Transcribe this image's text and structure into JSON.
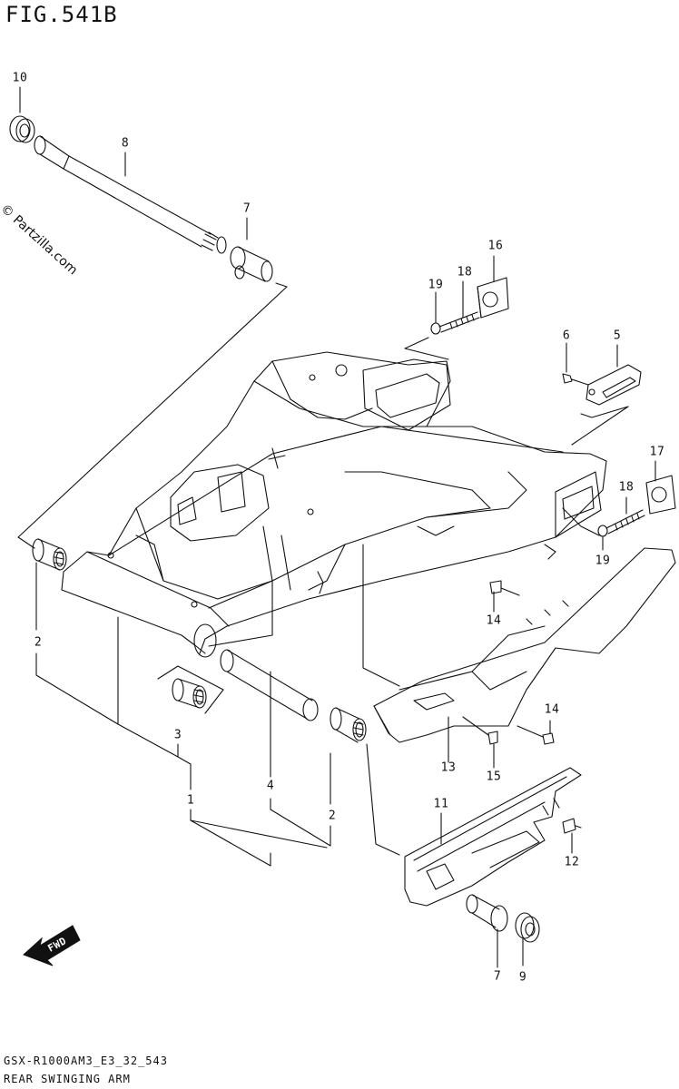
{
  "figure_title": "FIG.541B",
  "watermark": "© Partzilla.com",
  "fwd_label": "FWD",
  "footer": {
    "model_code": "GSX-R1000AM3_E3_32_543",
    "section_title": "REAR SWINGING ARM"
  },
  "callouts": [
    {
      "id": "c10a",
      "text": "10"
    },
    {
      "id": "c8",
      "text": "8"
    },
    {
      "id": "c7a",
      "text": "7"
    },
    {
      "id": "c16",
      "text": "16"
    },
    {
      "id": "c19a",
      "text": "19"
    },
    {
      "id": "c18a",
      "text": "18"
    },
    {
      "id": "c6",
      "text": "6"
    },
    {
      "id": "c5",
      "text": "5"
    },
    {
      "id": "c17",
      "text": "17"
    },
    {
      "id": "c18b",
      "text": "18"
    },
    {
      "id": "c19b",
      "text": "19"
    },
    {
      "id": "c14a",
      "text": "14"
    },
    {
      "id": "c2a",
      "text": "2"
    },
    {
      "id": "c3",
      "text": "3"
    },
    {
      "id": "c1",
      "text": "1"
    },
    {
      "id": "c4",
      "text": "4"
    },
    {
      "id": "c2b",
      "text": "2"
    },
    {
      "id": "c14b",
      "text": "14"
    },
    {
      "id": "c13",
      "text": "13"
    },
    {
      "id": "c15",
      "text": "15"
    },
    {
      "id": "c11",
      "text": "11"
    },
    {
      "id": "c12",
      "text": "12"
    },
    {
      "id": "c7b",
      "text": "7"
    },
    {
      "id": "c9",
      "text": "9"
    }
  ]
}
